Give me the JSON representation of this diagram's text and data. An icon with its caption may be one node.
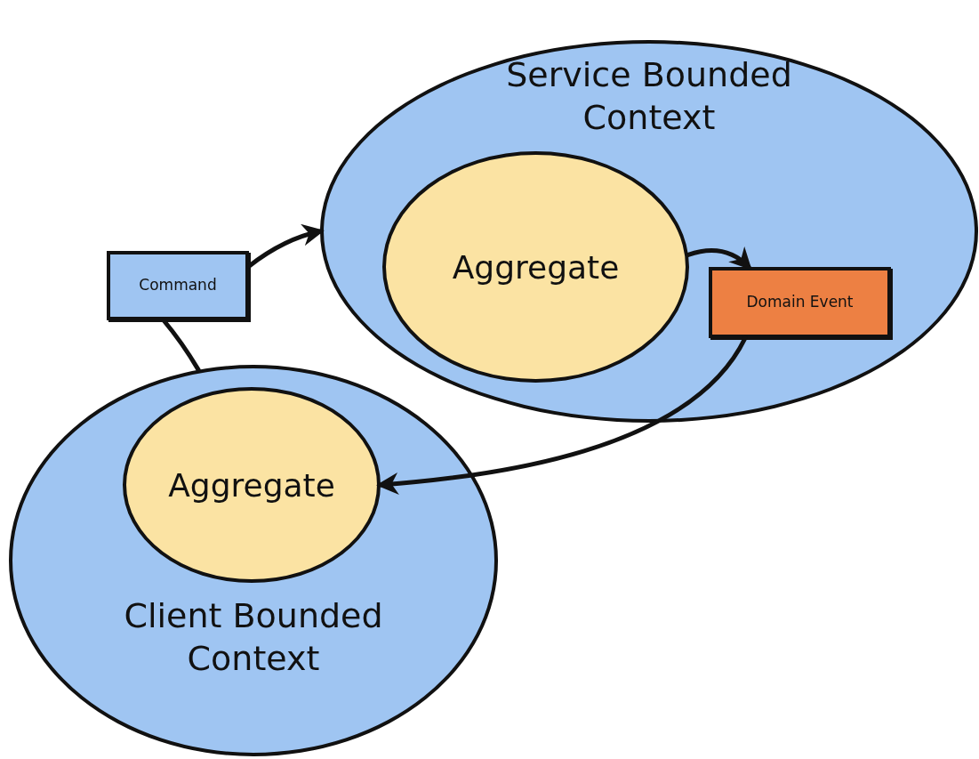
{
  "diagram": {
    "nodes": [
      {
        "text": [
          "Service Bounded Context"
        ]
      },
      {
        "text": [
          "Aggregate"
        ],
        "in": 0
      },
      {
        "text": [
          "Domain Event"
        ],
        "in": 0
      },
      {
        "text": [
          "Command"
        ]
      },
      {
        "text": [
          "Client Bounded Context"
        ]
      },
      {
        "text": [
          "Aggregate"
        ],
        "in": 4
      }
    ],
    "edges": [
      {
        "from": 3,
        "to": 0,
        "arrow": "to"
      },
      {
        "from": 1,
        "to": 2,
        "arrow": "to"
      },
      {
        "from": 2,
        "to": 5,
        "arrow": "to"
      },
      {
        "from": 4,
        "to": 3,
        "arrow": "none"
      }
    ]
  }
}
